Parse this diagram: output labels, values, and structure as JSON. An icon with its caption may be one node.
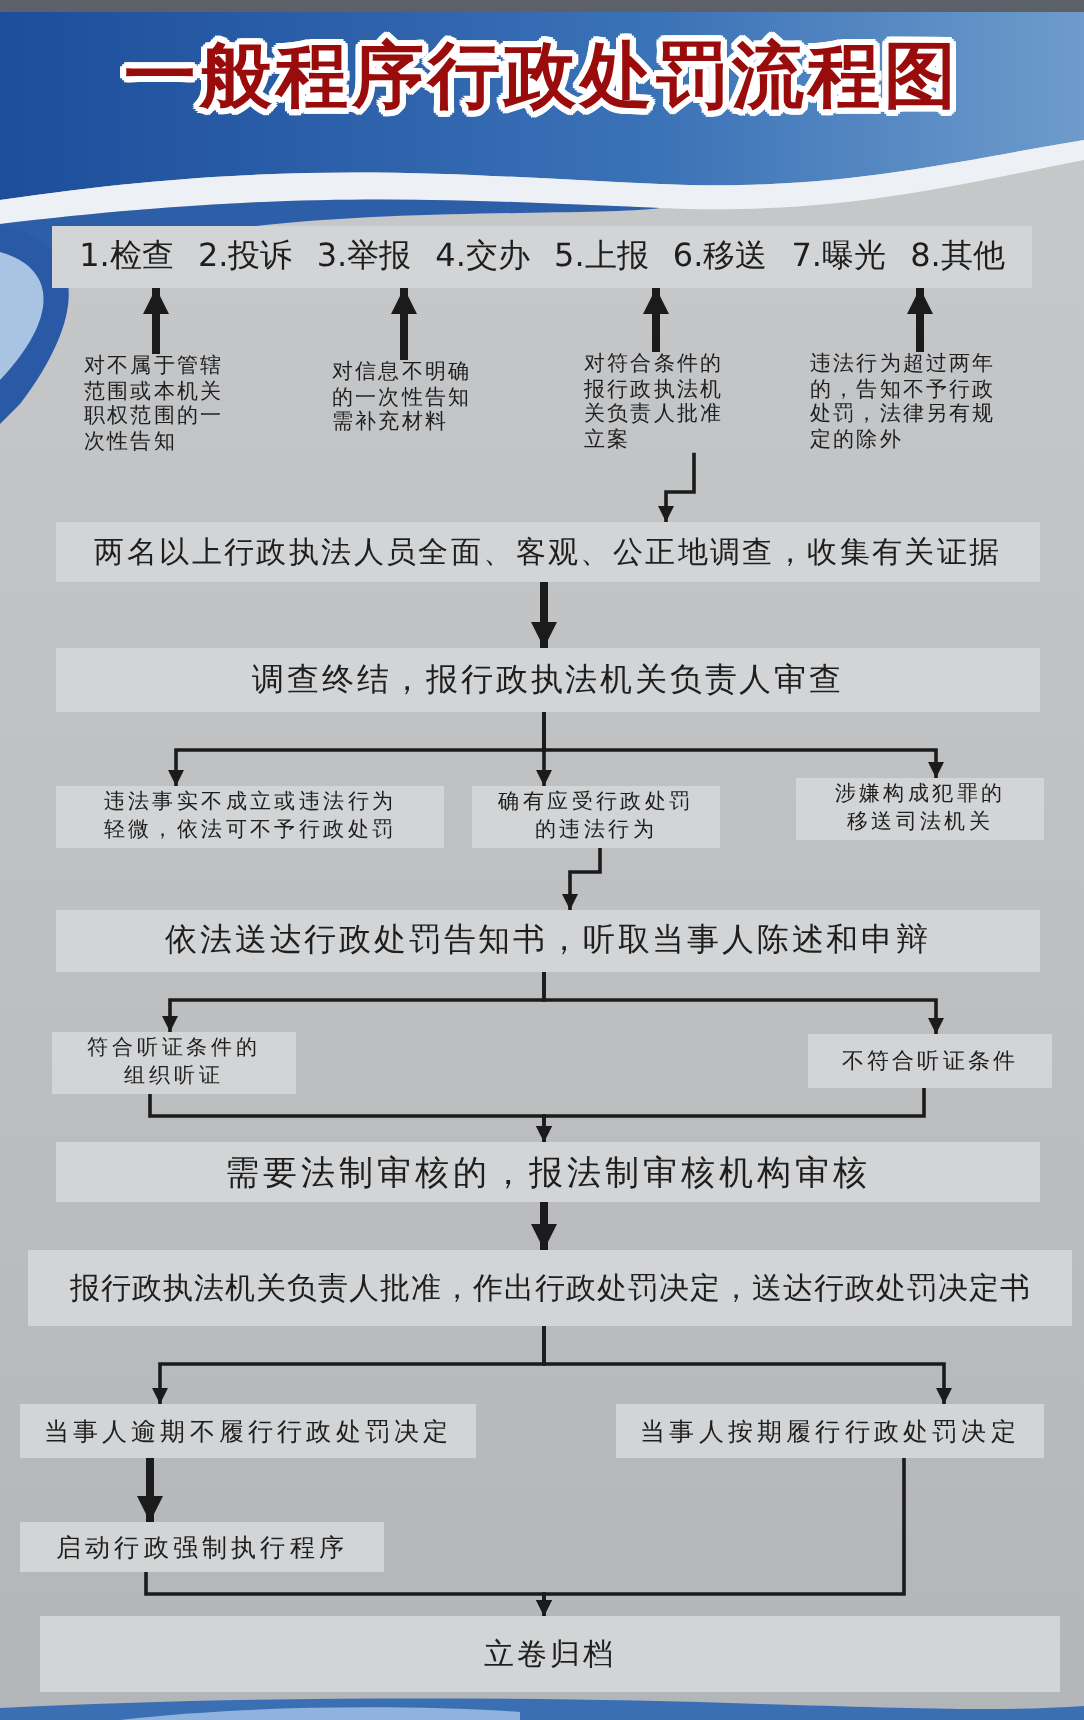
{
  "diagram": {
    "title": "一般程序行政处罚流程图",
    "nodes": [
      {
        "text": [
          "1.检查 2.投诉 3.举报 4.交办 5.上报 6.移送 7.曝光 8.其他"
        ]
      },
      {
        "text": [
          "对不属于管辖范围或本机关职权范围的一次性告知"
        ]
      },
      {
        "text": [
          "对信息不明确的一次性告知需补充材料"
        ]
      },
      {
        "text": [
          "对符合条件的报行政执法机关负责人批准立案"
        ]
      },
      {
        "text": [
          "违法行为超过两年的，告知不予行政处罚，法律另有规定的除外"
        ]
      },
      {
        "text": [
          "两名以上行政执法人员全面、客观、公正地调查，收集有关证据"
        ]
      },
      {
        "text": [
          "调查终结，报行政执法机关负责人审查"
        ]
      },
      {
        "text": [
          "违法事实不成立或违法行为轻微，依法可不予行政处罚"
        ]
      },
      {
        "text": [
          "确有应受行政处罚的违法行为"
        ]
      },
      {
        "text": [
          "涉嫌构成犯罪的移送司法机关"
        ]
      },
      {
        "text": [
          "依法送达行政处罚告知书，听取当事人陈述和申辩"
        ]
      },
      {
        "text": [
          "符合听证条件的组织听证"
        ]
      },
      {
        "text": [
          "不符合听证条件"
        ]
      },
      {
        "text": [
          "需要法制审核的，报法制审核机构审核"
        ]
      },
      {
        "text": [
          "报行政执法机关负责人批准，作出行政处罚决定，送达行政处罚决定书"
        ]
      },
      {
        "text": [
          "当事人逾期不履行行政处罚决定"
        ]
      },
      {
        "text": [
          "当事人按期履行行政处罚决定"
        ]
      },
      {
        "text": [
          "启动行政强制执行程序"
        ]
      },
      {
        "text": [
          "立卷归档"
        ]
      }
    ],
    "edges": [
      {
        "from": 1,
        "to": 0,
        "arrow": "to",
        "style": "thick"
      },
      {
        "from": 2,
        "to": 0,
        "arrow": "to",
        "style": "thick"
      },
      {
        "from": 3,
        "to": 0,
        "arrow": "to",
        "style": "thick"
      },
      {
        "from": 4,
        "to": 0,
        "arrow": "to",
        "style": "thick"
      },
      {
        "from": 3,
        "to": 5,
        "arrow": "to"
      },
      {
        "from": 5,
        "to": 6,
        "arrow": "to",
        "style": "thick"
      },
      {
        "from": 6,
        "to": 7,
        "arrow": "to"
      },
      {
        "from": 6,
        "to": 8,
        "arrow": "to"
      },
      {
        "from": 6,
        "to": 9,
        "arrow": "to"
      },
      {
        "from": 8,
        "to": 10,
        "arrow": "to"
      },
      {
        "from": 10,
        "to": 11,
        "arrow": "to"
      },
      {
        "from": 10,
        "to": 12,
        "arrow": "to"
      },
      {
        "from": 11,
        "to": 13,
        "arrow": "to"
      },
      {
        "from": 12,
        "to": 13,
        "arrow": "to"
      },
      {
        "from": 13,
        "to": 14,
        "arrow": "to",
        "style": "thick"
      },
      {
        "from": 14,
        "to": 15,
        "arrow": "to"
      },
      {
        "from": 14,
        "to": 16,
        "arrow": "to"
      },
      {
        "from": 15,
        "to": 17,
        "arrow": "to",
        "style": "thick"
      },
      {
        "from": 17,
        "to": 18,
        "arrow": "to"
      },
      {
        "from": 16,
        "to": 18,
        "arrow": "to"
      }
    ]
  }
}
